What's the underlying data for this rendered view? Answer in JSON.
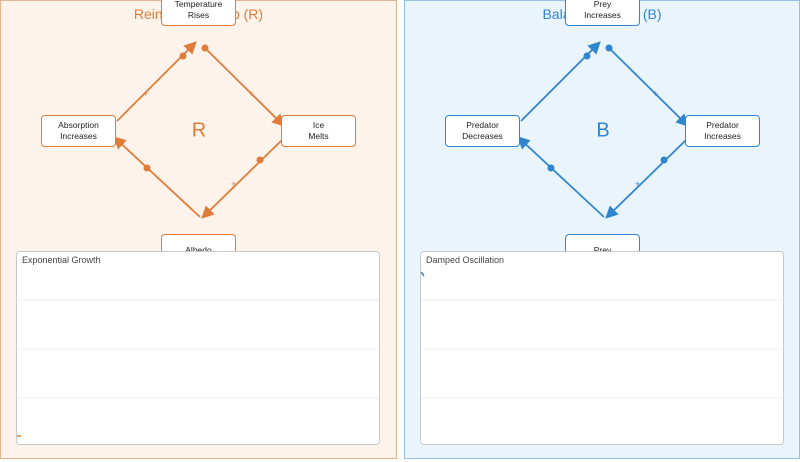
{
  "reinforcing": {
    "title": "Reinforcing Loop (R)",
    "symbol": "R",
    "color": "#e07b39",
    "nodes": {
      "top": "Temperature\nRises",
      "right": "Ice\nMelts",
      "bottom": "Albedo",
      "left": "Absorption\nIncreases"
    },
    "polarity": "+",
    "chart": {
      "title": "Exponential Growth",
      "ylim": [
        0,
        4
      ]
    }
  },
  "balancing": {
    "title": "Balancing Loop (B)",
    "symbol": "B",
    "color": "#2f86cf",
    "nodes": {
      "top": "Prey\nIncreases",
      "right": "Predator\nIncreases",
      "bottom": "Prey",
      "left": "Predator\nDecreases"
    },
    "polarity": "+",
    "chart": {
      "title": "Damped Oscillation",
      "ylim": [
        0,
        4
      ]
    }
  },
  "chart_data": [
    {
      "type": "line",
      "title": "Exponential Growth",
      "ylim": [
        0,
        4
      ],
      "grid": true
    },
    {
      "type": "line",
      "title": "Damped Oscillation",
      "ylim": [
        0,
        4
      ],
      "grid": true
    }
  ]
}
